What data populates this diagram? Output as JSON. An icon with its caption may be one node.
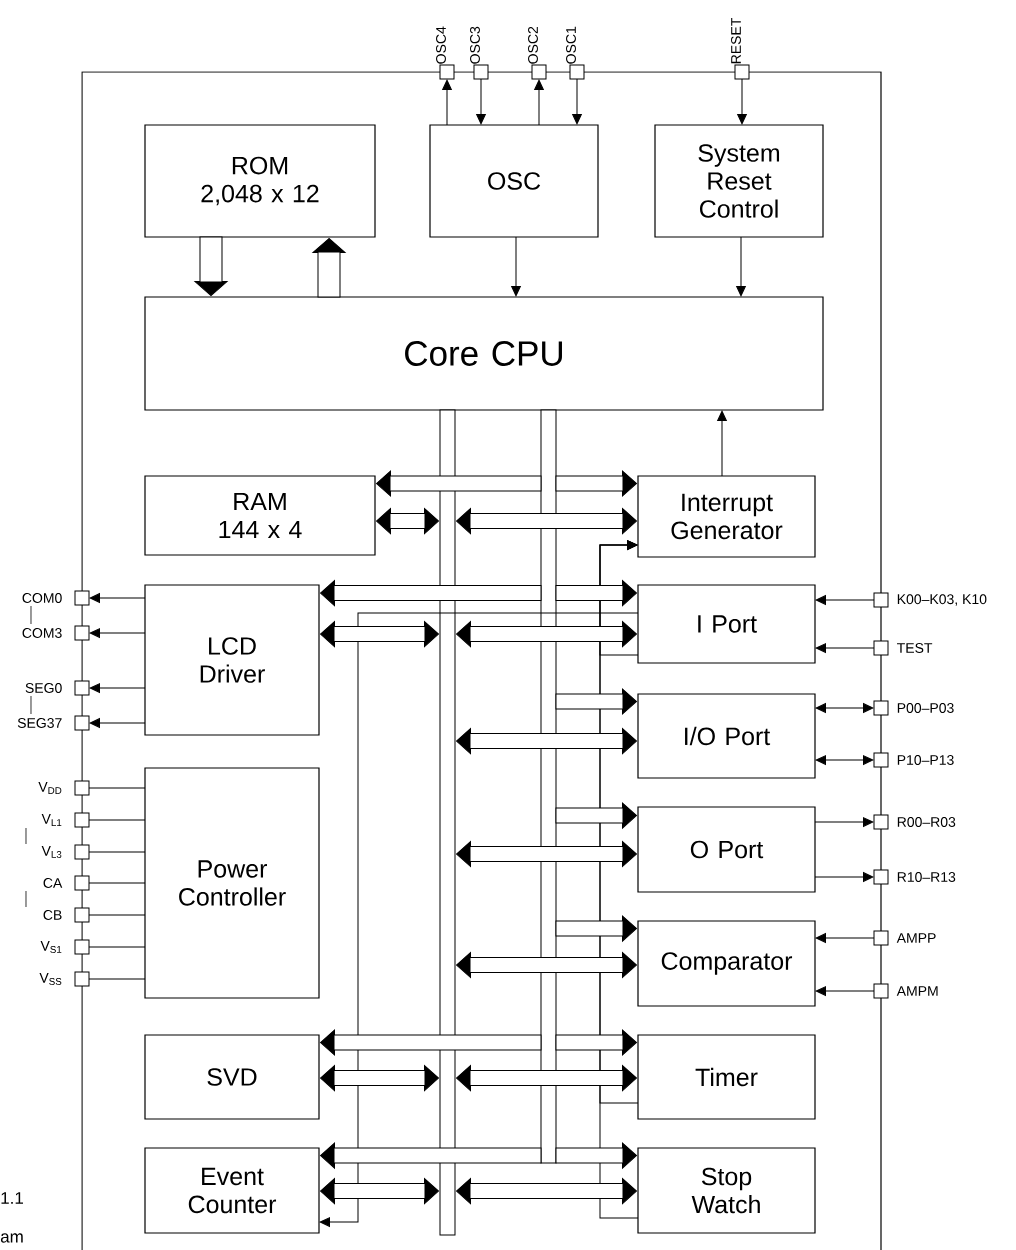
{
  "diagram": {
    "nodes": [
      {
        "text": [
          "ROM",
          "2,048 x 12"
        ]
      },
      {
        "text": [
          "OSC"
        ]
      },
      {
        "text": [
          "System Reset Control"
        ]
      },
      {
        "text": [
          "Core CPU"
        ]
      },
      {
        "text": [
          "RAM",
          "144 x 4"
        ]
      },
      {
        "text": [
          "Interrupt Generator"
        ]
      },
      {
        "text": [
          "LCD Driver"
        ]
      },
      {
        "text": [
          "I Port"
        ]
      },
      {
        "text": [
          "I/O Port"
        ]
      },
      {
        "text": [
          "O Port"
        ]
      },
      {
        "text": [
          "Power Controller"
        ]
      },
      {
        "text": [
          "Comparator"
        ]
      },
      {
        "text": [
          "SVD"
        ]
      },
      {
        "text": [
          "Timer"
        ]
      },
      {
        "text": [
          "Event Counter"
        ]
      },
      {
        "text": [
          "Stop Watch"
        ]
      },
      {
        "text": [],
        "shape": "bar"
      },
      {
        "text": [],
        "shape": "bar"
      },
      {
        "text": [
          "OSC4"
        ]
      },
      {
        "text": [
          "OSC3"
        ]
      },
      {
        "text": [
          "OSC2"
        ]
      },
      {
        "text": [
          "OSC1"
        ]
      },
      {
        "text": [
          "RESET"
        ]
      },
      {
        "text": [
          "COM0"
        ]
      },
      {
        "text": [
          "COM3"
        ]
      },
      {
        "text": [
          "SEG0"
        ]
      },
      {
        "text": [
          "SEG37"
        ]
      },
      {
        "text": [
          "V$_{DD}$"
        ]
      },
      {
        "text": [
          "V$_{L1}$"
        ]
      },
      {
        "text": [
          "V$_{L3}$"
        ]
      },
      {
        "text": [
          "CA"
        ]
      },
      {
        "text": [
          "CB"
        ]
      },
      {
        "text": [
          "V$_{S1}$"
        ]
      },
      {
        "text": [
          "V$_{SS}$"
        ]
      },
      {
        "text": [
          "K00–K03, K10"
        ]
      },
      {
        "text": [
          "TEST"
        ]
      },
      {
        "text": [
          "P00–P03"
        ]
      },
      {
        "text": [
          "P10–P13"
        ]
      },
      {
        "text": [
          "R00–R03"
        ]
      },
      {
        "text": [
          "R10–R13"
        ]
      },
      {
        "text": [
          "AMPP"
        ]
      },
      {
        "text": [
          "AMPM"
        ]
      }
    ],
    "edges": [
      {
        "from": 0,
        "to": 3,
        "arrow": "to",
        "style": "thick"
      },
      {
        "from": 3,
        "to": 0,
        "arrow": "to",
        "style": "thick"
      },
      {
        "from": 1,
        "to": 18,
        "arrow": "to"
      },
      {
        "from": 19,
        "to": 1,
        "arrow": "to"
      },
      {
        "from": 1,
        "to": 20,
        "arrow": "to"
      },
      {
        "from": 21,
        "to": 1,
        "arrow": "to"
      },
      {
        "from": 22,
        "to": 2,
        "arrow": "to"
      },
      {
        "from": 1,
        "to": 3,
        "arrow": "to"
      },
      {
        "from": 2,
        "to": 3,
        "arrow": "to"
      },
      {
        "from": 5,
        "to": 3,
        "arrow": "to"
      },
      {
        "from": 17,
        "to": 4,
        "arrow": "to",
        "style": "thick"
      },
      {
        "from": 17,
        "to": 5,
        "arrow": "to",
        "style": "thick"
      },
      {
        "from": 16,
        "to": 4,
        "arrow": "both",
        "style": "thick"
      },
      {
        "from": 16,
        "to": 5,
        "arrow": "both",
        "style": "thick"
      },
      {
        "from": 7,
        "to": 5,
        "arrow": "to"
      },
      {
        "from": 6,
        "to": 23,
        "arrow": "to"
      },
      {
        "from": 6,
        "to": 24,
        "arrow": "to"
      },
      {
        "from": 6,
        "to": 25,
        "arrow": "to"
      },
      {
        "from": 6,
        "to": 26,
        "arrow": "to"
      },
      {
        "from": 17,
        "to": 6,
        "arrow": "to",
        "style": "thick"
      },
      {
        "from": 17,
        "to": 7,
        "arrow": "to",
        "style": "thick"
      },
      {
        "from": 16,
        "to": 6,
        "arrow": "both",
        "style": "thick"
      },
      {
        "from": 16,
        "to": 7,
        "arrow": "both",
        "style": "thick"
      },
      {
        "from": 7,
        "to": 14,
        "arrow": "to"
      },
      {
        "from": 34,
        "to": 7,
        "arrow": "to"
      },
      {
        "from": 35,
        "to": 7,
        "arrow": "to"
      },
      {
        "from": 17,
        "to": 8,
        "arrow": "to",
        "style": "thick"
      },
      {
        "from": 16,
        "to": 8,
        "arrow": "both",
        "style": "thick"
      },
      {
        "from": 8,
        "to": 36,
        "arrow": "both"
      },
      {
        "from": 8,
        "to": 37,
        "arrow": "both"
      },
      {
        "from": 27,
        "to": 10,
        "arrow": "none"
      },
      {
        "from": 28,
        "to": 10,
        "arrow": "none"
      },
      {
        "from": 29,
        "to": 10,
        "arrow": "none"
      },
      {
        "from": 30,
        "to": 10,
        "arrow": "none"
      },
      {
        "from": 31,
        "to": 10,
        "arrow": "none"
      },
      {
        "from": 32,
        "to": 10,
        "arrow": "none"
      },
      {
        "from": 33,
        "to": 10,
        "arrow": "none"
      },
      {
        "from": 17,
        "to": 9,
        "arrow": "to",
        "style": "thick"
      },
      {
        "from": 16,
        "to": 9,
        "arrow": "both",
        "style": "thick"
      },
      {
        "from": 9,
        "to": 38,
        "arrow": "to"
      },
      {
        "from": 9,
        "to": 39,
        "arrow": "to"
      },
      {
        "from": 17,
        "to": 11,
        "arrow": "to",
        "style": "thick"
      },
      {
        "from": 16,
        "to": 11,
        "arrow": "both",
        "style": "thick"
      },
      {
        "from": 40,
        "to": 11,
        "arrow": "to"
      },
      {
        "from": 41,
        "to": 11,
        "arrow": "to"
      },
      {
        "from": 17,
        "to": 12,
        "arrow": "to",
        "style": "thick"
      },
      {
        "from": 17,
        "to": 13,
        "arrow": "to",
        "style": "thick"
      },
      {
        "from": 16,
        "to": 12,
        "arrow": "both",
        "style": "thick"
      },
      {
        "from": 16,
        "to": 13,
        "arrow": "both",
        "style": "thick"
      },
      {
        "from": 13,
        "to": 5,
        "arrow": "to"
      },
      {
        "from": 17,
        "to": 14,
        "arrow": "to",
        "style": "thick"
      },
      {
        "from": 17,
        "to": 15,
        "arrow": "to",
        "style": "thick"
      },
      {
        "from": 16,
        "to": 14,
        "arrow": "both",
        "style": "thick"
      },
      {
        "from": 16,
        "to": 15,
        "arrow": "both",
        "style": "thick"
      },
      {
        "from": 15,
        "to": 5,
        "arrow": "to"
      }
    ],
    "labels": [
      "1.1",
      "am"
    ]
  }
}
